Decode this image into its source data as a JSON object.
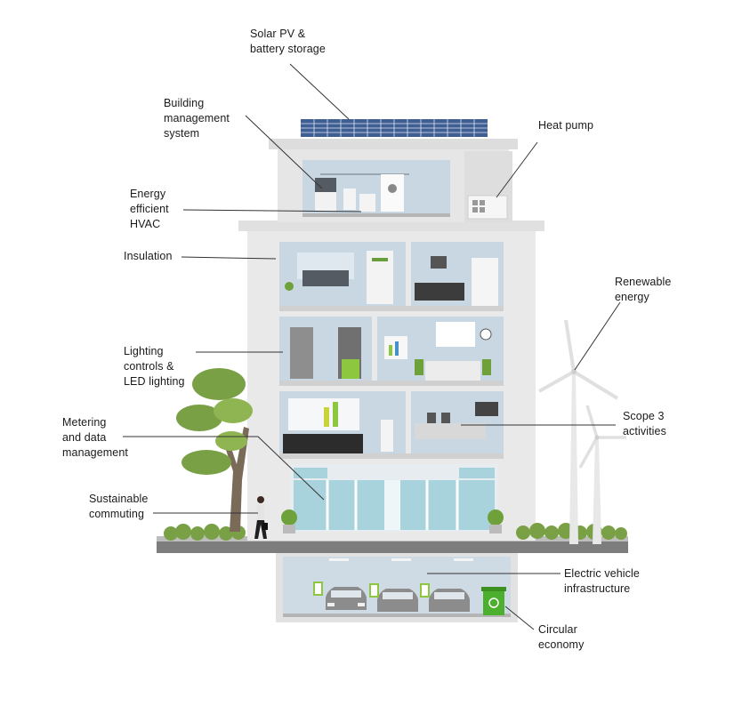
{
  "labels": {
    "solar": "Solar PV &\nbattery storage",
    "bms": "Building\nmanagement\nsystem",
    "heat_pump": "Heat pump",
    "hvac": "Energy\nefficient\nHVAC",
    "insulation": "Insulation",
    "renewable": "Renewable\nenergy",
    "lighting": "Lighting\ncontrols &\nLED lighting",
    "scope3": "Scope 3\nactivities",
    "metering": "Metering\nand data\nmanagement",
    "commuting": "Sustainable\ncommuting",
    "ev": "Electric vehicle\ninfrastructure",
    "circular": "Circular\neconomy"
  },
  "colors": {
    "wall": "#e9e9e9",
    "wall_dark": "#d6d6d6",
    "room": "#c9d7e3",
    "glass": "#a9d3dc",
    "accent_green": "#8dc63f",
    "tree": "#7aa046",
    "leader": "#333333"
  },
  "icons": [
    "solar-panel-icon",
    "heat-pump-icon",
    "wind-turbine-icon",
    "tree-icon",
    "car-icon",
    "ev-charger-icon",
    "recycle-bin-icon",
    "person-icon"
  ]
}
